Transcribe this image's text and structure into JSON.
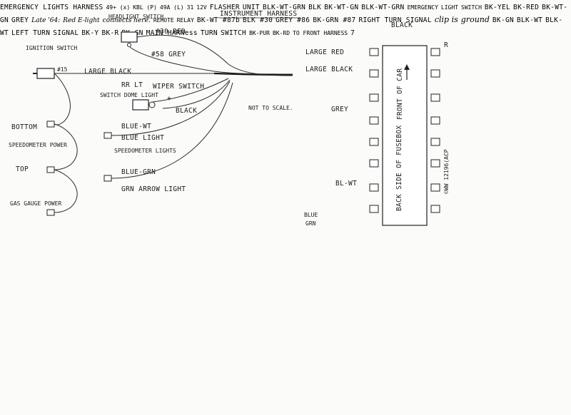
{
  "titles": {
    "instrument_harness": "INSTRUMENT HARNESS",
    "emergency_harness": "EMERGENCY LIGHTS HARNESS",
    "not_to_scale": "NOT TO SCALE.",
    "page_number": "7"
  },
  "components": {
    "headlight_switch": "HEADLIGHT SWITCH",
    "ignition_switch": "IGNITION SWITCH",
    "switch_dome_light": "SWITCH DOME LIGHT",
    "rr_lt": "RR LT",
    "wiper_switch": "WIPER SWITCH",
    "speedometer_power": "SPEEDOMETER POWER",
    "bottom": "BOTTOM",
    "top": "TOP",
    "gas_gauge_power": "GAS GAUGE POWER",
    "speedometer_lights": "SPEEDOMETER LIGHTS",
    "fusebox_front": "FRONT OF CAR",
    "fusebox_back": "BACK SIDE OF FUSEBOX",
    "fusebox_credit": "©WW 12196(ACP",
    "r_mark": "R",
    "emergency_light_switch": "EMERGENCY LIGHT SWITCH",
    "remote_relay": "REMOTE RELAY",
    "right_turn_signal": "RIGHT TURN SIGNAL",
    "left_turn_signal": "LEFT TURN SIGNAL",
    "main_harness": "MAIN HARNess",
    "turn_switch": "TURN SWITCH",
    "flasher_unit": "FLASHER UNIT",
    "front_harness": "TO FRONT HARNESS",
    "clip_note": "clip is ground",
    "late_64_note": "Late '64: Red E-light connects here."
  },
  "wires": {
    "w30_red": "#30 RED",
    "w58_grey": "#58 GREY",
    "w15": "#15",
    "large_black": "LARGE BLACK",
    "black": "BLACK",
    "black_top": "BLACK",
    "large_red": "LARGE RED",
    "large_black_fuse": "LARGE BLACK",
    "grey": "GREY",
    "bl_wt": "BL-WT",
    "blue_wt": "BLUE-WT",
    "blue_light": "BLUE LIGHT",
    "blue_grn": "BLUE-GRN",
    "grn_arrow_light": "GRN ARROW LIGHT",
    "blue_grn_vert": "BLUE GRN",
    "blk_wt_grn_top": "BLK-WT-GRN",
    "blk": "BLK",
    "bk_wt_gn": "BK-WT-GN",
    "blk_wt_grn_bottom": "BLK-WT-GRN",
    "bk_yel": "BK-YEL",
    "bk_red": "BK-RED",
    "bk_wt_gn_sw": "BK-WT-GN",
    "grey_sw": "GREY",
    "bk_wt_87b": "BK-WT #87b",
    "blk_30": "BLK #30",
    "grey_86": "GREY #86",
    "bk_grn_87": "BK-GRN #87",
    "bk_gn": "BK-GN",
    "blk_wt_a": "BLK-WT",
    "blk_wt_b": "BLK-WT",
    "bk_y": "BK-Y",
    "bk_r": "BK-R",
    "bk_gn_b": "BK-GN",
    "bk_pur": "BK-PUR",
    "bk_rd": "BK-RD"
  },
  "flasher_terminals": [
    "49+ (x)",
    "KBL (P)",
    "49A (L)",
    "31"
  ],
  "flasher_voltage": "12V"
}
